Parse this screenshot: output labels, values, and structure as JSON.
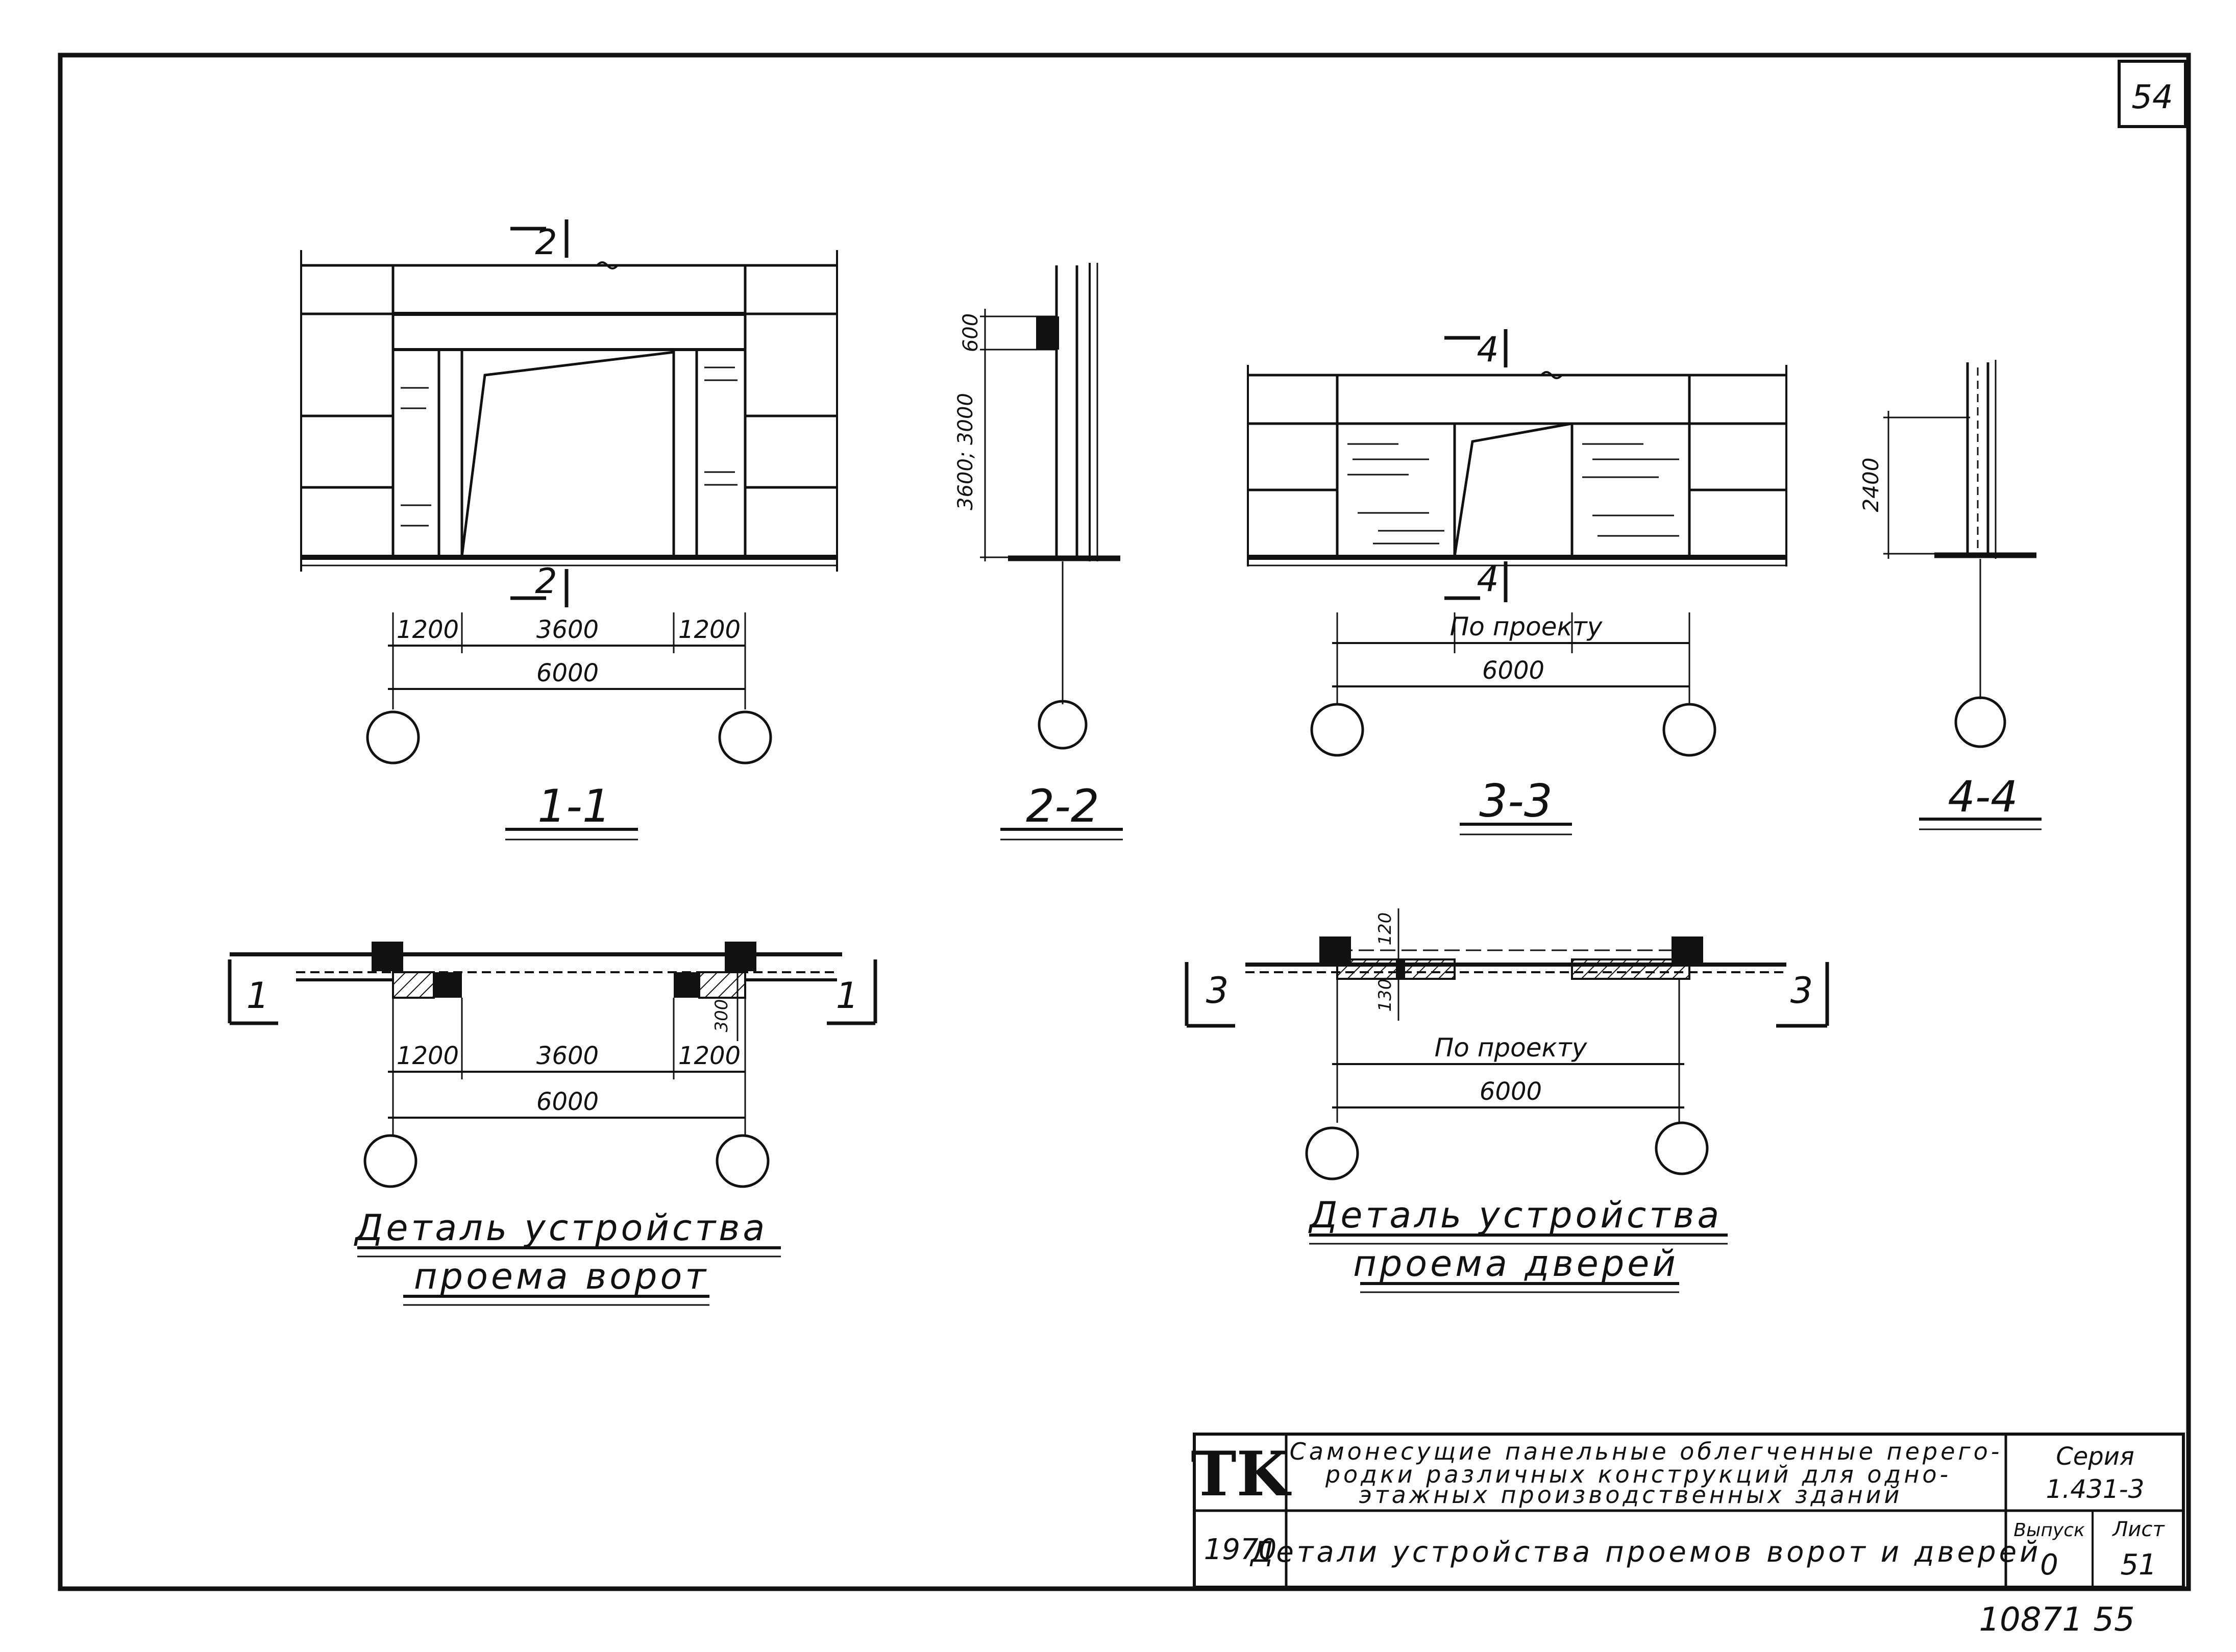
{
  "sheet_number": "54",
  "stamp_number": "10871 55",
  "views": {
    "v11": {
      "title": "1-1",
      "cut_mark_top": "2",
      "cut_mark_bottom": "2",
      "dims": [
        "1200",
        "3600",
        "1200"
      ],
      "total": "6000"
    },
    "v22": {
      "title": "2-2",
      "dim_small": "600",
      "dim_large": "3600; 3000"
    },
    "v33": {
      "title": "3-3",
      "cut_mark_top": "4",
      "cut_mark_bottom": "4",
      "dim_project": "По проекту",
      "total": "6000"
    },
    "v44": {
      "title": "4-4",
      "dim": "2400"
    }
  },
  "details": {
    "gate": {
      "section_mark": "1",
      "dims": [
        "1200",
        "3600",
        "1200"
      ],
      "small_dim": "300",
      "total": "6000",
      "title_line1": "Деталь устройства",
      "title_line2": "проема ворот"
    },
    "door": {
      "section_mark": "3",
      "dim_top": "120",
      "dim_side": "130",
      "dim_project": "По проекту",
      "total": "6000",
      "title_line1": "Деталь устройства",
      "title_line2": "проема дверей"
    }
  },
  "title_block": {
    "logo": "TK",
    "description_line1": "Самонесущие панельные облегченные перего-",
    "description_line2": "родки различных конструкций для одно-",
    "description_line3": "этажных производственных зданий",
    "series_label": "Серия",
    "series_value": "1.431-3",
    "year": "1970",
    "sheet_title": "Детали устройства проемов ворот и дверей",
    "issue_label": "Выпуск",
    "issue_value": "0",
    "sheet_label": "Лист",
    "sheet_value": "51"
  }
}
